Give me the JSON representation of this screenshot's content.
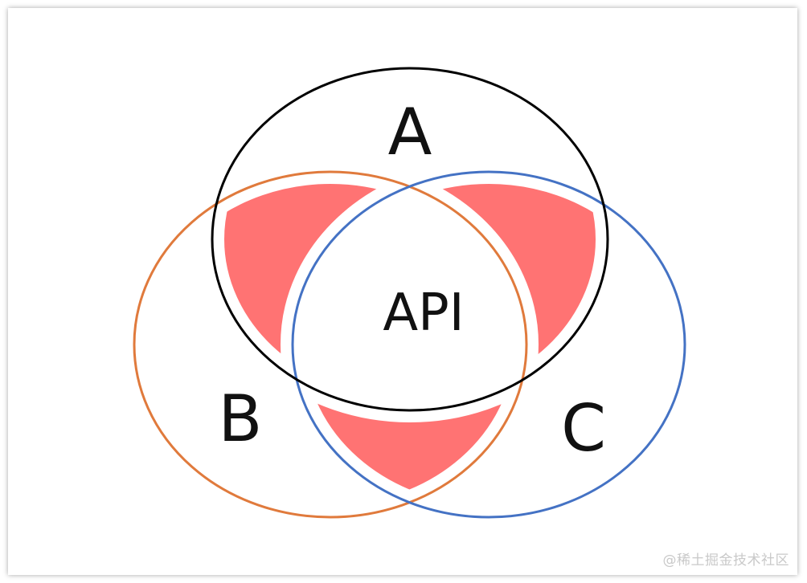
{
  "diagram": {
    "sets": [
      {
        "id": "A",
        "label": "A",
        "color": "#000000"
      },
      {
        "id": "B",
        "label": "B",
        "color": "#e07a3c"
      },
      {
        "id": "C",
        "label": "C",
        "color": "#4472c4"
      }
    ],
    "center_label": "API",
    "highlight_color": "#ff7373"
  },
  "watermark": "@稀土掘金技术社区"
}
